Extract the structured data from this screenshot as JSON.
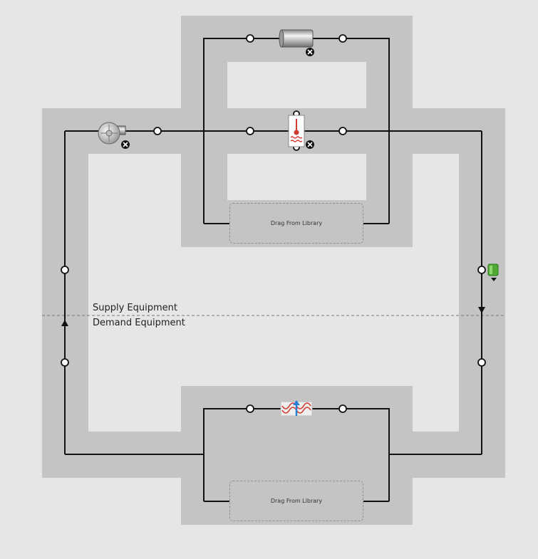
{
  "labels": {
    "supply_equipment": "Supply Equipment",
    "demand_equipment": "Demand Equipment"
  },
  "drop_zones": {
    "supply_branch": "Drag From Library",
    "demand_branch": "Drag From Library"
  },
  "components": [
    {
      "name": "pump-icon",
      "kind": "pump"
    },
    {
      "name": "chiller-icon",
      "kind": "chiller"
    },
    {
      "name": "district-cooling-tank-icon",
      "kind": "tank"
    },
    {
      "name": "setpoint-manager-icon",
      "kind": "setpoint-manager"
    },
    {
      "name": "coil-icon",
      "kind": "cooling-coil"
    }
  ],
  "colors": {
    "background": "#e6e6e6",
    "loop_band": "#c4c4c4",
    "line": "#111111",
    "node_fill": "#ffffff",
    "divider": "#777777",
    "setpoint_green": "#4ea832",
    "heat_red": "#d0392d",
    "water_blue": "#2a7fd4"
  }
}
